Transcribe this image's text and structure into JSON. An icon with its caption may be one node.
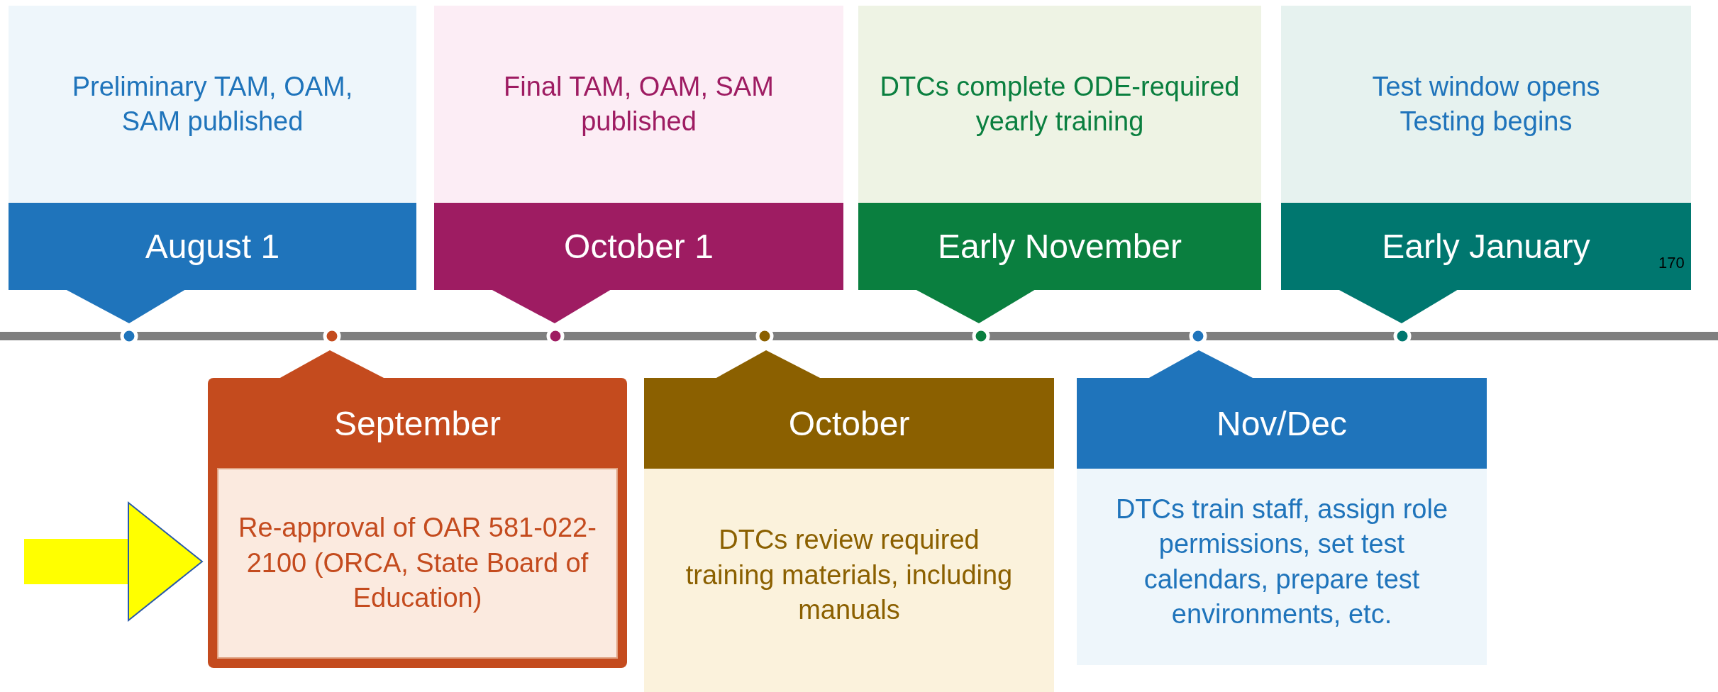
{
  "diagram": {
    "nodes": [
      {
        "text": [
          "Preliminary TAM, OAM, SAM published",
          "August 1"
        ]
      },
      {
        "text": [
          "September",
          "Re-approval of OAR 581-022-2100 (ORCA, State Board of Education)"
        ]
      },
      {
        "text": [
          "Final TAM, OAM, SAM published",
          "October 1"
        ]
      },
      {
        "text": [
          "October",
          "DTCs review required training materials, including manuals"
        ]
      },
      {
        "text": [
          "DTCs complete ODE-required yearly training",
          "Early November"
        ]
      },
      {
        "text": [
          "Nov/Dec",
          "DTCs train staff, assign role permissions, set test calendars, prepare test environments, etc."
        ]
      },
      {
        "text": [
          "Test window opens Testing begins",
          "Early January"
        ]
      }
    ],
    "edges": [
      {
        "from": null,
        "to": 1,
        "arrow": "to"
      }
    ],
    "labels": [
      "170"
    ]
  }
}
